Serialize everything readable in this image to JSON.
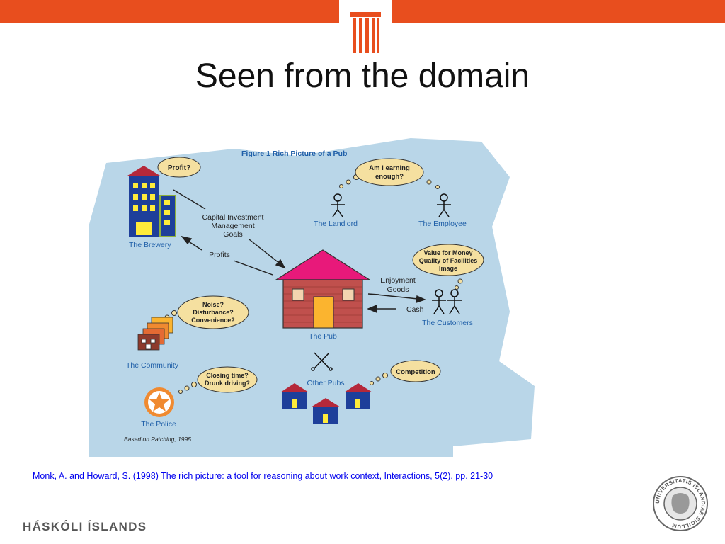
{
  "slide": {
    "title": "Seen from the domain",
    "citation": "Monk, A. and Howard, S. (1998) The rich picture: a tool for reasoning about work context, Interactions, 5(2), pp. 21-30",
    "footer": "HÁSKÓLI ÍSLANDS",
    "seal_text": "UNIVERSITATIS ISLANDIAE SIGILLUM"
  },
  "figure": {
    "caption": "Figure 1  Rich Picture of a Pub",
    "source_note": "Based on Patching, 1995",
    "actors": {
      "brewery": "The Brewery",
      "landlord": "The Landlord",
      "employee": "The Employee",
      "pub": "The Pub",
      "customers": "The Customers",
      "community": "The Community",
      "police": "The Police",
      "other_pubs": "Other Pubs"
    },
    "thoughts": {
      "brewery": [
        "Profit?"
      ],
      "landlord_employee": [
        "Am I earning",
        "enough?"
      ],
      "customers": [
        "Value for Money",
        "Quality of Facilities",
        "Image"
      ],
      "community": [
        "Noise?",
        "Disturbance?",
        "Convenience?"
      ],
      "police": [
        "Closing time?",
        "Drunk driving?"
      ],
      "other_pubs": [
        "Competition"
      ]
    },
    "flows": {
      "capital": [
        "Capital Investment",
        "Management",
        "Goals"
      ],
      "profits": "Profits",
      "enjoyment": [
        "Enjoyment",
        "Goods"
      ],
      "cash": "Cash"
    },
    "colors": {
      "background_blob": "#b9d6e8",
      "thought_bubble": "#f5e0a0",
      "label_blue": "#1f5fa8",
      "roof_pink": "#e8197a",
      "brick": "#c0504d",
      "building_blue": "#1e3f9a",
      "accent_orange": "#e84e1e"
    }
  }
}
